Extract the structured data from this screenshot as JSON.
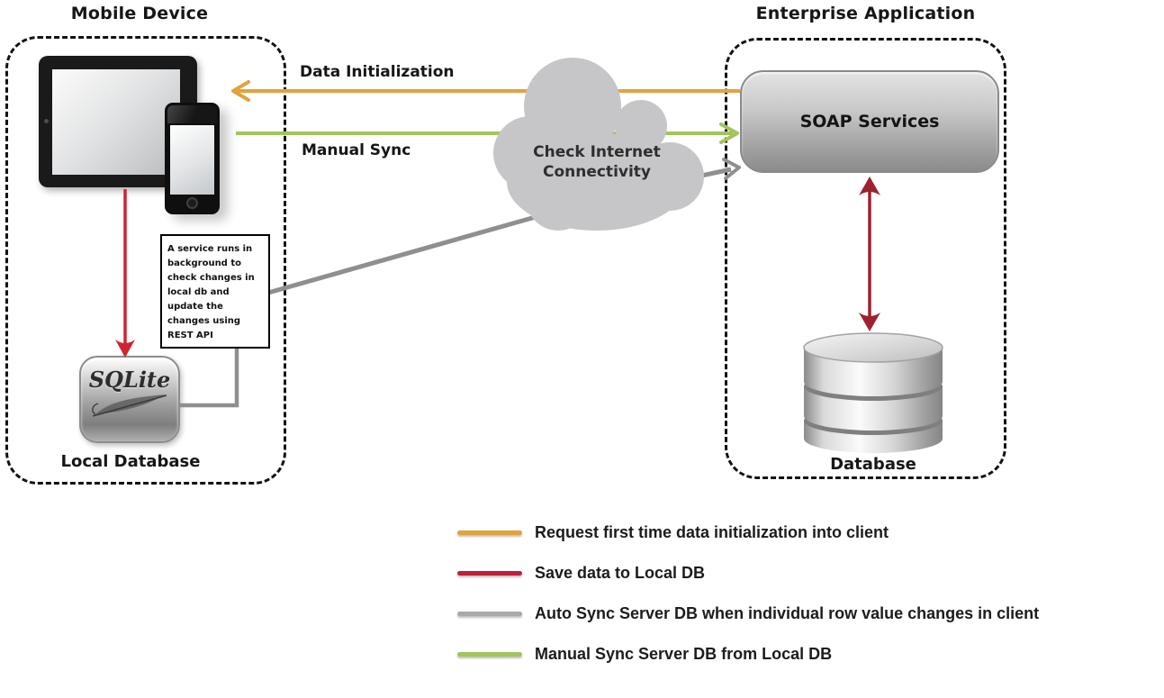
{
  "titles": {
    "mobile": "Mobile Device",
    "enterprise": "Enterprise Application"
  },
  "mobile_box": {
    "service_note": "A service runs in background to check changes in local db and update the changes using REST API",
    "sqlite_text": "SQLite",
    "local_db_label": "Local Database"
  },
  "cloud": {
    "line1": "Check Internet",
    "line2": "Connectivity"
  },
  "flows": {
    "data_initialization": "Data Initialization",
    "manual_sync": "Manual Sync"
  },
  "enterprise_box": {
    "soap_label": "SOAP Services",
    "database_label": "Database"
  },
  "legend": {
    "items": [
      {
        "color": "#E2A23E",
        "label": "Request first time data initialization into client"
      },
      {
        "color": "#C01F3A",
        "label": "Save data to Local DB"
      },
      {
        "color": "#A9A9A9",
        "label": "Auto Sync Server DB when individual row value changes in client"
      },
      {
        "color": "#A2C45C",
        "label": "Manual Sync Server DB from Local DB"
      }
    ]
  },
  "colors": {
    "orange": "#E2A23E",
    "green": "#A2C45C",
    "gray": "#8F8F8F",
    "red": "#CE2532",
    "dark_red": "#9E2130",
    "cloud": "#C6C6C8"
  }
}
